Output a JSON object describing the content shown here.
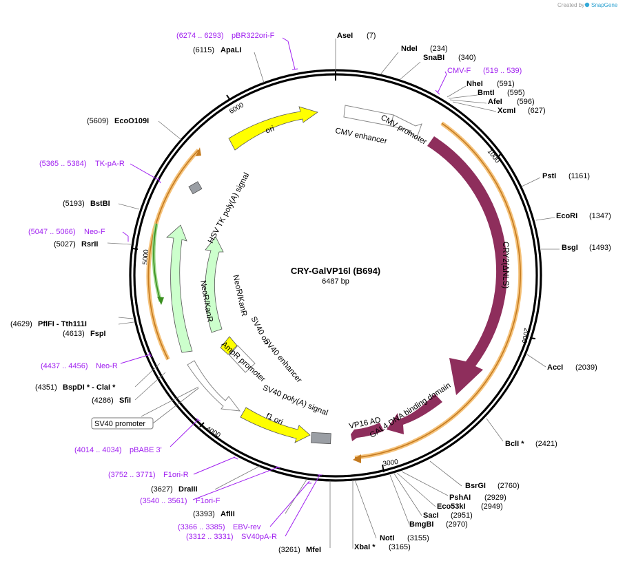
{
  "credit": "Created by",
  "brand": "SnapGene",
  "plasmid": {
    "name": "CRY-GalVP16l (B694)",
    "length_label": "6487 bp",
    "length": 6487
  },
  "tick_labels": [
    "1000",
    "2000",
    "3000",
    "4000",
    "5000",
    "6000"
  ],
  "features": [
    {
      "name": "CMV enhancer",
      "color": "#ffffff"
    },
    {
      "name": "CMV promoter",
      "color": "#ffffff"
    },
    {
      "name": "CRY2(ΔNLS)",
      "color": "#8e2e5c"
    },
    {
      "name": "GAL4 DNA binding domain",
      "color": "#8e2e5c"
    },
    {
      "name": "VP16 AD",
      "color": "#8e2e5c"
    },
    {
      "name": "SV40 poly(A) signal",
      "color": "#9a9ea4"
    },
    {
      "name": "f1 ori",
      "color": "#ffff00"
    },
    {
      "name": "AmpR promoter",
      "color": "#ffffff"
    },
    {
      "name": "SV40 enhancer",
      "color": "#ffffff"
    },
    {
      "name": "SV40 ori",
      "color": "#ffff00"
    },
    {
      "name": "NeoR/KanR",
      "color": "#ccffcc"
    },
    {
      "name": "HSV TK poly(A) signal",
      "color": "#9a9ea4"
    },
    {
      "name": "ori",
      "color": "#ffff00"
    }
  ],
  "sites": [
    {
      "name": "AseI",
      "pos": "(7)"
    },
    {
      "name": "NdeI",
      "pos": "(234)"
    },
    {
      "name": "SnaBI",
      "pos": "(340)"
    },
    {
      "name": "NheI",
      "pos": "(591)"
    },
    {
      "name": "BmtI",
      "pos": "(595)"
    },
    {
      "name": "AfeI",
      "pos": "(596)"
    },
    {
      "name": "XcmI",
      "pos": "(627)"
    },
    {
      "name": "PstI",
      "pos": "(1161)"
    },
    {
      "name": "EcoRI",
      "pos": "(1347)"
    },
    {
      "name": "BsgI",
      "pos": "(1493)"
    },
    {
      "name": "AccI",
      "pos": "(2039)"
    },
    {
      "name": "BclI *",
      "pos": "(2421)"
    },
    {
      "name": "BsrGI",
      "pos": "(2760)"
    },
    {
      "name": "PshAI",
      "pos": "(2929)"
    },
    {
      "name": "Eco53kI",
      "pos": "(2949)"
    },
    {
      "name": "SacI",
      "pos": "(2951)"
    },
    {
      "name": "BmgBI",
      "pos": "(2970)"
    },
    {
      "name": "NotI",
      "pos": "(3155)"
    },
    {
      "name": "XbaI *",
      "pos": "(3165)"
    },
    {
      "name": "MfeI",
      "pos": "(3261)"
    },
    {
      "name": "AflII",
      "pos": "(3393)"
    },
    {
      "name": "DraIII",
      "pos": "(3627)"
    },
    {
      "name": "SfiI",
      "pos": "(4286)"
    },
    {
      "name": "BspDI * - ClaI *",
      "pos": "(4351)"
    },
    {
      "name": "FspI",
      "pos": "(4613)"
    },
    {
      "name": "PflFI - Tth111I",
      "pos": "(4629)"
    },
    {
      "name": "RsrII",
      "pos": "(5027)"
    },
    {
      "name": "BstBI",
      "pos": "(5193)"
    },
    {
      "name": "EcoO109I",
      "pos": "(5609)"
    },
    {
      "name": "ApaLI",
      "pos": "(6115)"
    }
  ],
  "primers": [
    {
      "name": "pBR322ori-F",
      "range": "(6274 .. 6293)"
    },
    {
      "name": "CMV-F",
      "range": "(519 .. 539)"
    },
    {
      "name": "TK-pA-R",
      "range": "(5365 .. 5384)"
    },
    {
      "name": "Neo-F",
      "range": "(5047 .. 5066)"
    },
    {
      "name": "Neo-R",
      "range": "(4437 .. 4456)"
    },
    {
      "name": "pBABE 3'",
      "range": "(4014 .. 4034)"
    },
    {
      "name": "F1ori-R",
      "range": "(3752 .. 3771)"
    },
    {
      "name": "F1ori-F",
      "range": "(3540 .. 3561)"
    },
    {
      "name": "EBV-rev",
      "range": "(3366 .. 3385)"
    },
    {
      "name": "SV40pA-R",
      "range": "(3312 .. 3331)"
    }
  ],
  "boxed_label": "SV40 promoter",
  "colors": {
    "primer": "#a020f0",
    "orf_outline": "#f5c27a",
    "orf_arrow": "#c47a1f",
    "neo_inner": "#3a8f1f"
  }
}
